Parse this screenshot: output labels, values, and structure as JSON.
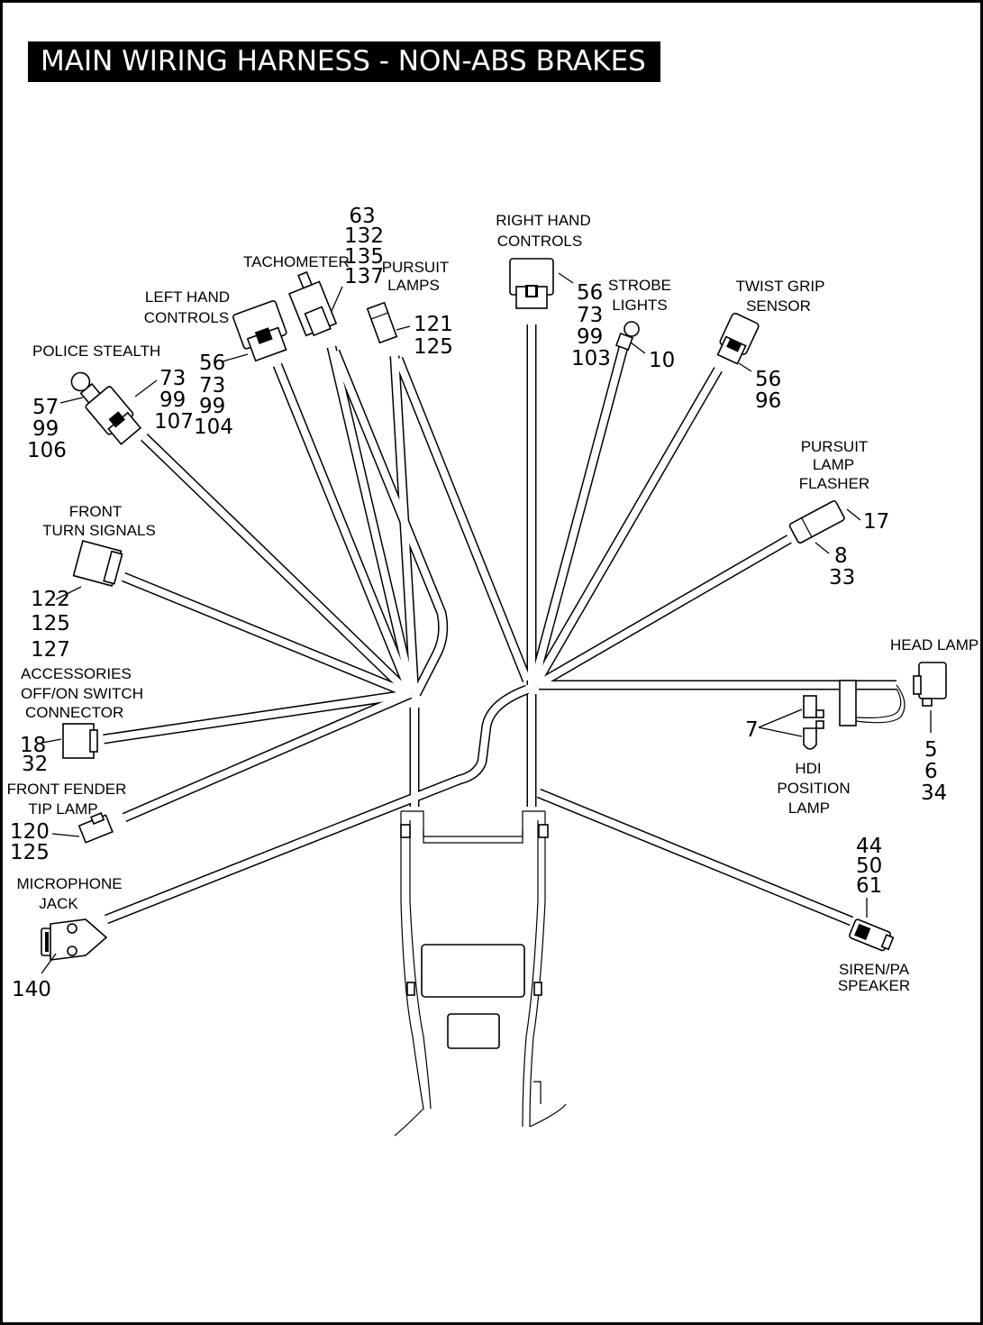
{
  "title": "MAIN WIRING HARNESS - NON-ABS BRAKES",
  "labels": {
    "tachometer": "TACHOMETER",
    "pursuit_lamps": [
      "PURSUIT",
      "LAMPS"
    ],
    "right_hand_controls": [
      "RIGHT HAND",
      "CONTROLS"
    ],
    "strobe_lights": [
      "STROBE",
      "LIGHTS"
    ],
    "twist_grip_sensor": [
      "TWIST GRIP",
      "SENSOR"
    ],
    "left_hand_controls": [
      "LEFT HAND",
      "CONTROLS"
    ],
    "police_stealth": "POLICE STEALTH",
    "front_turn_signals": [
      "FRONT",
      "TURN SIGNALS"
    ],
    "pursuit_lamp_flasher": [
      "PURSUIT",
      "LAMP",
      "FLASHER"
    ],
    "head_lamp": "HEAD LAMP",
    "accessories_switch": [
      "ACCESSORIES",
      "OFF/ON SWITCH",
      "CONNECTOR"
    ],
    "hdi_position_lamp": [
      "HDI",
      "POSITION",
      "LAMP"
    ],
    "front_fender_tip_lamp": [
      "FRONT FENDER",
      "TIP LAMP"
    ],
    "microphone_jack": [
      "MICROPHONE",
      "JACK"
    ],
    "siren_pa_speaker": [
      "SIREN/PA",
      "SPEAKER"
    ]
  },
  "callouts": {
    "tachometer": [
      "63",
      "132",
      "135",
      "137"
    ],
    "pursuit_lamps": [
      "121",
      "125"
    ],
    "right_hand_controls": [
      "56",
      "73",
      "99",
      "103"
    ],
    "strobe_lights": [
      "10"
    ],
    "twist_grip_sensor": [
      "56",
      "96"
    ],
    "left_hand_controls": [
      "56",
      "73",
      "99",
      "104"
    ],
    "police_stealth_right": [
      "73",
      "99",
      "107"
    ],
    "police_stealth_left": [
      "57",
      "99",
      "106"
    ],
    "front_turn_signals": [
      "122",
      "125",
      "127"
    ],
    "pursuit_lamp_flasher_top": [
      "17"
    ],
    "pursuit_lamp_flasher_bottom": [
      "8",
      "33"
    ],
    "accessories_switch": [
      "18",
      "32"
    ],
    "hdi_position_lamp": [
      "7"
    ],
    "head_lamp": [
      "5",
      "6",
      "34"
    ],
    "front_fender_tip_lamp": [
      "120",
      "125"
    ],
    "siren_pa_speaker": [
      "44",
      "50",
      "61"
    ],
    "microphone_jack": [
      "140"
    ]
  }
}
